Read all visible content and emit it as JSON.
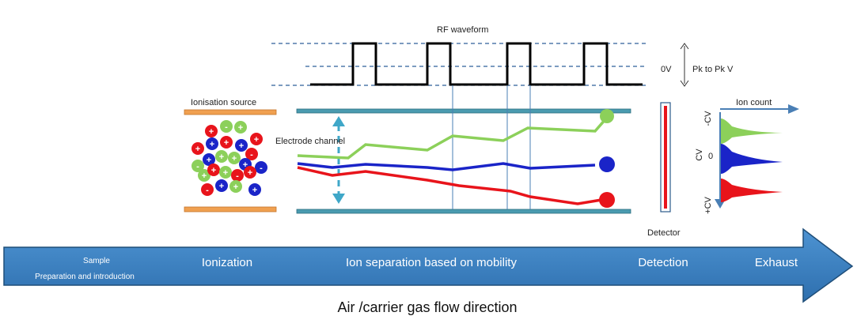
{
  "labels": {
    "rf_waveform": "RF waveform",
    "zero_v": "0V",
    "pk_to_pk": "Pk to Pk V",
    "ionisation_source": "Ionisation source",
    "electrode_channel": "Electrode channel",
    "ion_count": "Ion count",
    "cv_neg": "-CV",
    "cv_mid": "CV",
    "cv_zero": "0",
    "cv_pos": "+CV",
    "detector": "Detector",
    "ion_plus": "+",
    "ion_minus": "-"
  },
  "flow_arrow": {
    "stage_sample_line1": "Sample",
    "stage_sample_line2": "Preparation and introduction",
    "stage_ionization": "Ionization",
    "stage_separation": "Ion separation based on mobility",
    "stage_detection": "Detection",
    "stage_exhaust": "Exhaust",
    "caption": "Air /carrier gas flow direction"
  },
  "colors": {
    "flow_arrow_fill": "#2e75b6",
    "electrode": "#4a9bb0",
    "ion_source_plate": "#f0a050",
    "ion_red": "#e8141b",
    "ion_blue": "#1a24c8",
    "ion_green": "#8cd05a",
    "detector": "#e8141b",
    "waveform": "#000000",
    "dashed_line": "#2e5f9a",
    "channel_arrow": "#3fa7c8"
  }
}
